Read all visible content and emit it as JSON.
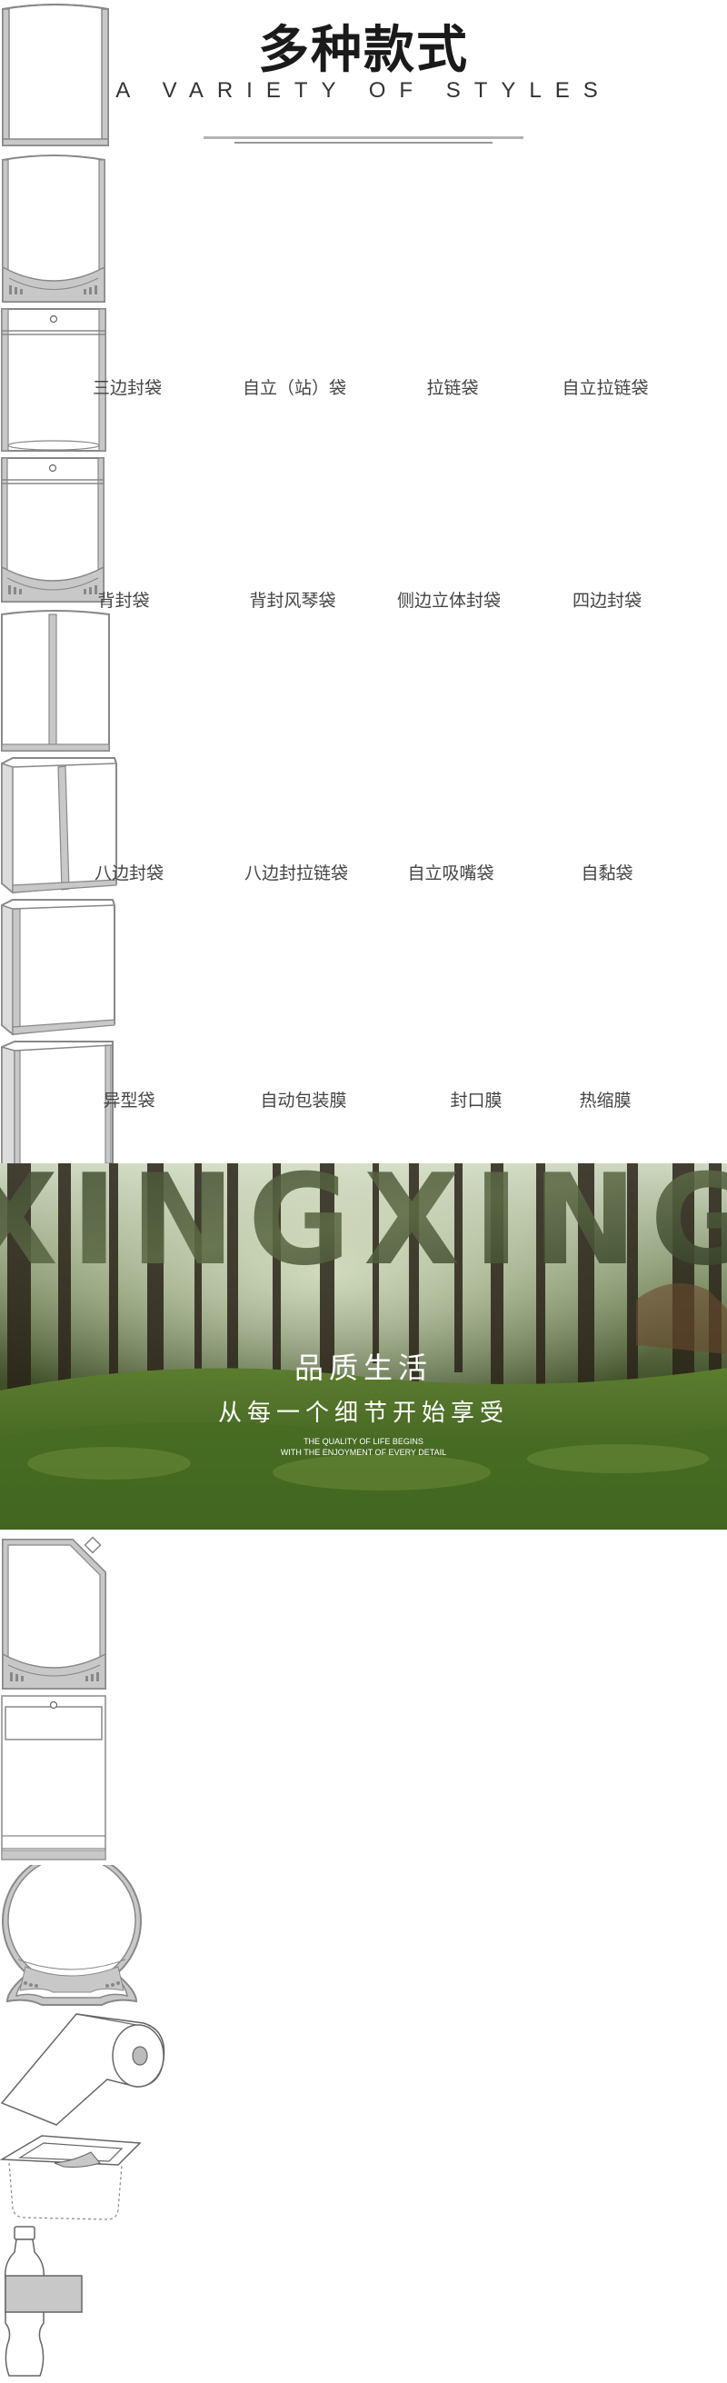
{
  "header": {
    "title": "多种款式",
    "subtitle": "A VARIETY OF STYLES"
  },
  "styles": [
    {
      "label": "三边封袋"
    },
    {
      "label": "自立（站）袋"
    },
    {
      "label": "拉链袋"
    },
    {
      "label": "自立拉链袋"
    },
    {
      "label": "背封袋"
    },
    {
      "label": "背封风琴袋"
    },
    {
      "label": "侧边立体封袋"
    },
    {
      "label": "四边封袋"
    },
    {
      "label": "八边封袋"
    },
    {
      "label": "八边封拉链袋"
    },
    {
      "label": "自立吸嘴袋"
    },
    {
      "label": "自黏袋"
    },
    {
      "label": "异型袋"
    },
    {
      "label": "自动包装膜"
    },
    {
      "label": "封口膜"
    },
    {
      "label": "热缩膜"
    }
  ],
  "banner": {
    "brand": "XINGXING",
    "slogan_main": "品质生活",
    "slogan_sub": "从每一个细节开始享受",
    "slogan_en_line1": "THE QUALITY OF LIFE BEGINS",
    "slogan_en_line2": "WITH THE ENJOYMENT OF EVERY DETAIL"
  },
  "colors": {
    "outline": "#8a8a8a",
    "seal_fill": "#c8c8c8",
    "forest_dark": "#1f2a1a",
    "forest_green": "#4d6b2c"
  }
}
